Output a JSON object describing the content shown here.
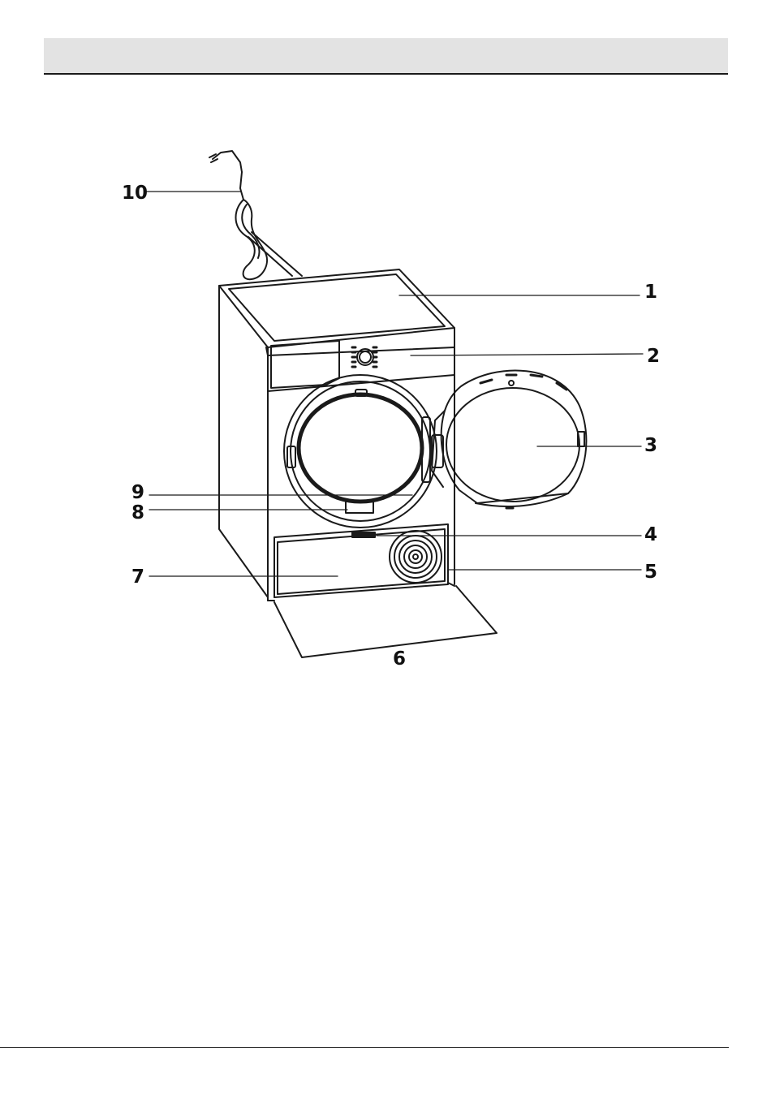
{
  "colors": {
    "line": "#1a1a1a",
    "header_band": "#e3e3e3",
    "background": "#ffffff"
  },
  "callouts": [
    {
      "id": "c1",
      "label": "1"
    },
    {
      "id": "c2",
      "label": "2"
    },
    {
      "id": "c3",
      "label": "3"
    },
    {
      "id": "c4",
      "label": "4"
    },
    {
      "id": "c5",
      "label": "5"
    },
    {
      "id": "c6",
      "label": "6"
    },
    {
      "id": "c7",
      "label": "7"
    },
    {
      "id": "c8",
      "label": "8"
    },
    {
      "id": "c9",
      "label": "9"
    },
    {
      "id": "c10",
      "label": "10"
    }
  ]
}
